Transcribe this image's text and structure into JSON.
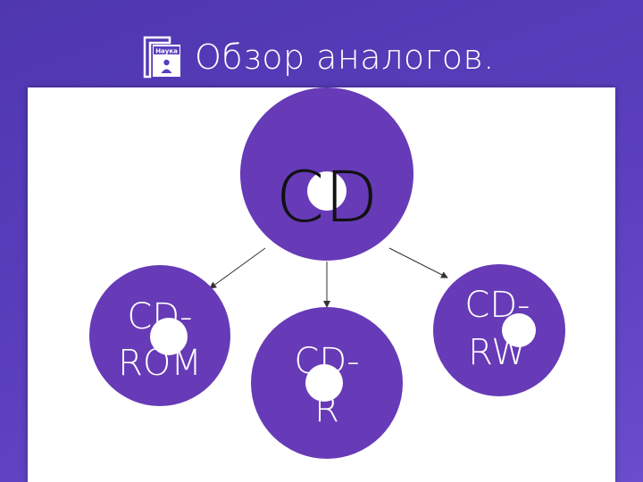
{
  "header": {
    "title": "Обзор аналогов.",
    "logo_text": "Наука",
    "logo_icon": "science-book-icon"
  },
  "diagram": {
    "root": {
      "label": "CD"
    },
    "children": [
      {
        "line1": "CD-",
        "line2": "ROM"
      },
      {
        "line1": "CD-",
        "line2": "R"
      },
      {
        "line1": "CD-",
        "line2": "RW"
      }
    ],
    "colors": {
      "disc": "#673ab7",
      "hole": "#ffffff",
      "text_root": "#111111",
      "text_child": "#ffffff",
      "arrow": "#333333",
      "background": "#5b3fbd"
    }
  }
}
